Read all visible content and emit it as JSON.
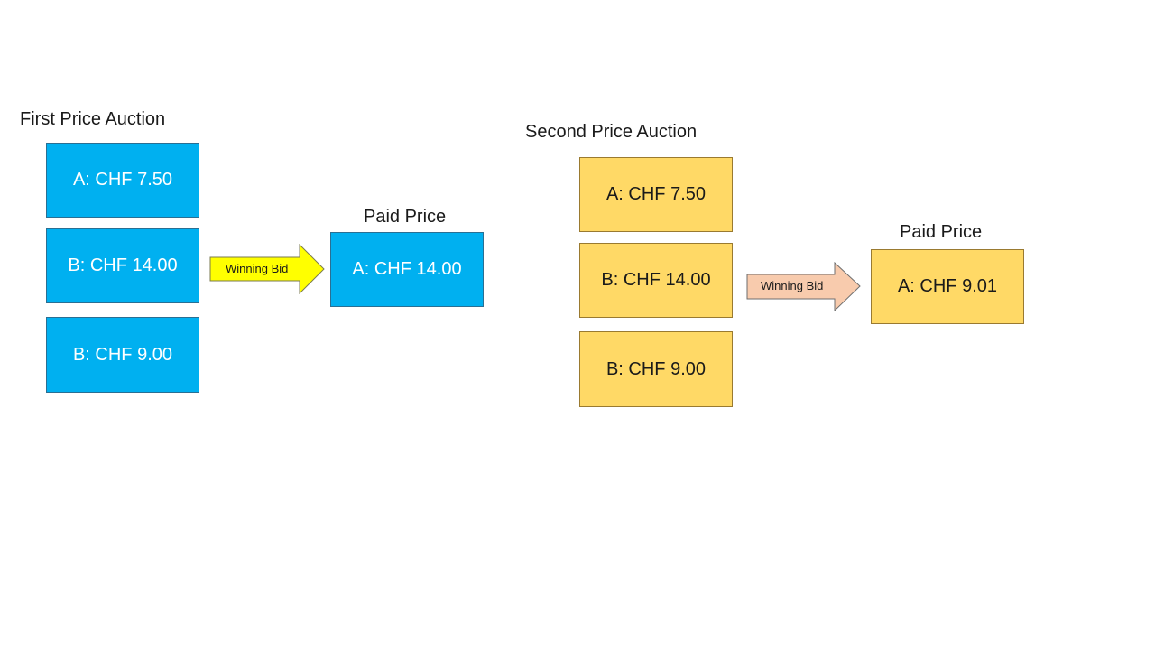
{
  "colors": {
    "first_box_fill": "#00b0f0",
    "second_box_fill": "#ffd966",
    "first_arrow_fill": "#ffff00",
    "second_arrow_fill": "#f8cbad"
  },
  "first_auction": {
    "title": "First Price Auction",
    "bids": [
      "A: CHF 7.50",
      "B: CHF 14.00",
      "B: CHF 9.00"
    ],
    "arrow_label": "Winning Bid",
    "paid_title": "Paid Price",
    "paid_value": "A: CHF 14.00"
  },
  "second_auction": {
    "title": "Second Price Auction",
    "bids": [
      "A: CHF 7.50",
      "B: CHF 14.00",
      "B: CHF 9.00"
    ],
    "arrow_label": "Winning Bid",
    "paid_title": "Paid Price",
    "paid_value": "A: CHF 9.01"
  }
}
